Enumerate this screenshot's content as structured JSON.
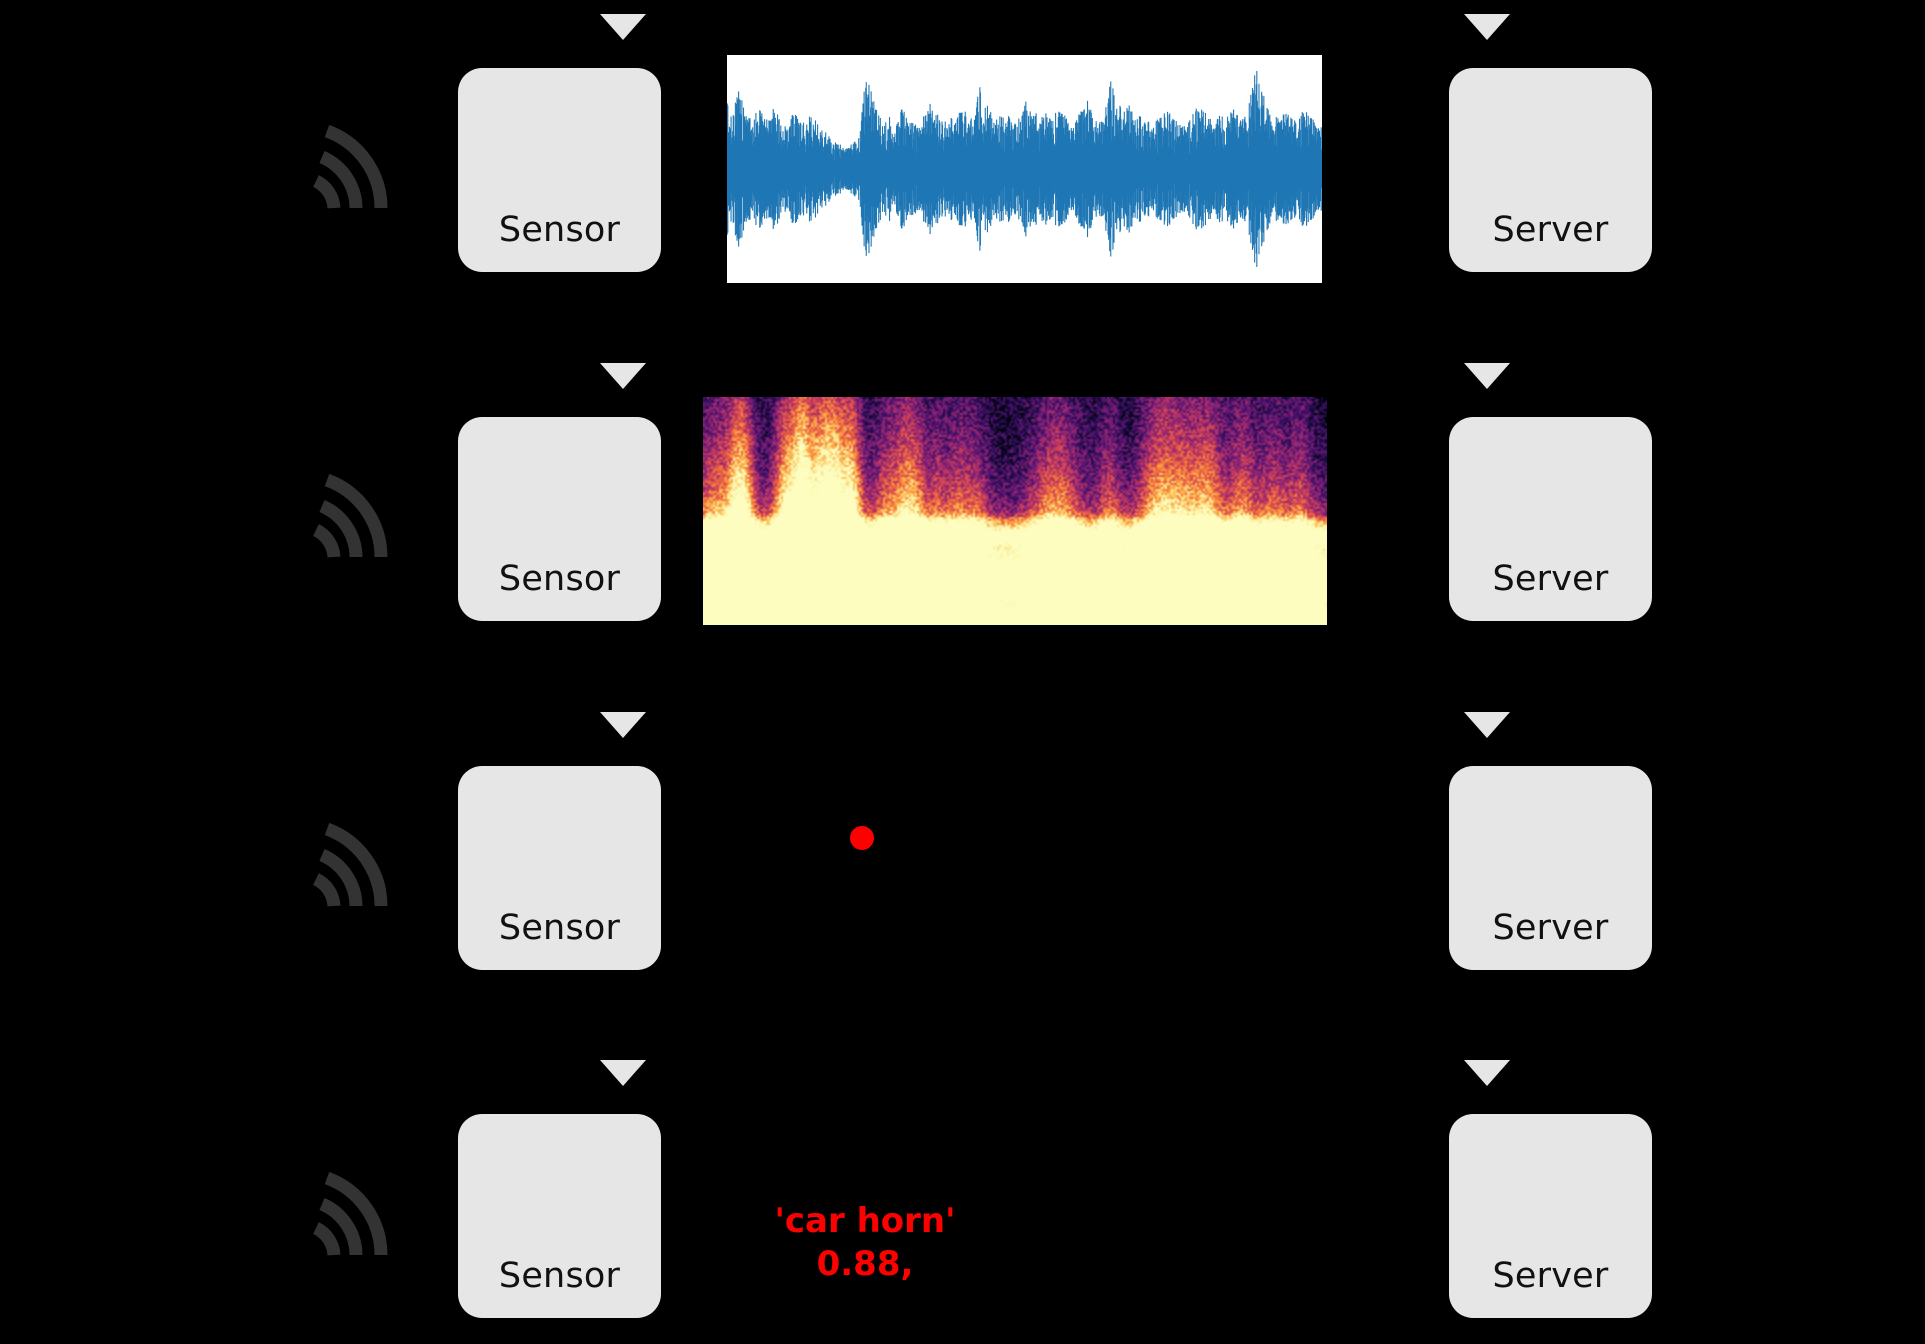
{
  "diagram": {
    "title": "",
    "background_color": "#000000",
    "node_fill_color": "#e6e6e6",
    "accent_color": "#ff0000",
    "waveform_color": "#1f77b4",
    "wave_icon_color": "#333333",
    "rows": [
      {
        "stage": "raw-audio",
        "sensor_label": "Sensor",
        "server_label": "Server",
        "icon": "sound-wave-icon",
        "middle_kind": "waveform-plot",
        "middle_text": ""
      },
      {
        "stage": "spectrogram",
        "sensor_label": "Sensor",
        "server_label": "Server",
        "icon": "sound-wave-icon",
        "middle_kind": "spectrogram-plot",
        "middle_text": ""
      },
      {
        "stage": "embedding",
        "sensor_label": "Sensor",
        "server_label": "Server",
        "icon": "sound-wave-icon",
        "middle_kind": "embedding-dot",
        "middle_text": ""
      },
      {
        "stage": "prediction",
        "sensor_label": "Sensor",
        "server_label": "Server",
        "icon": "sound-wave-icon",
        "middle_kind": "prediction-text",
        "middle_text": "'car horn'\n0.88,"
      }
    ],
    "prediction": {
      "class_line": "'car horn'",
      "score_line": "0.88,"
    }
  },
  "chart_data": [
    {
      "type": "line",
      "name": "audio-waveform",
      "title": "",
      "xlabel": "",
      "ylabel": "",
      "grid": false,
      "legend": "none",
      "xlim": [
        0,
        1
      ],
      "ylim": [
        -1,
        1
      ],
      "series": [
        {
          "name": "amplitude",
          "envelope_top": [
            0.62,
            0.55,
            0.72,
            0.5,
            0.46,
            0.58,
            0.52,
            0.45,
            0.6,
            0.42,
            0.38,
            0.55,
            0.48,
            0.4,
            0.52,
            0.44,
            0.36,
            0.3,
            0.26,
            0.22,
            0.2,
            0.24,
            0.3,
            0.86,
            0.7,
            0.52,
            0.44,
            0.48,
            0.4,
            0.58,
            0.46,
            0.42,
            0.38,
            0.52,
            0.62,
            0.5,
            0.44,
            0.48,
            0.42,
            0.56,
            0.5,
            0.44,
            0.78,
            0.6,
            0.52,
            0.44,
            0.56,
            0.48,
            0.42,
            0.5,
            0.66,
            0.54,
            0.46,
            0.52,
            0.44,
            0.58,
            0.5,
            0.42,
            0.46,
            0.54,
            0.62,
            0.48,
            0.44,
            0.56,
            0.88,
            0.64,
            0.52,
            0.58,
            0.46,
            0.5,
            0.44,
            0.4,
            0.48,
            0.56,
            0.52,
            0.42,
            0.38,
            0.46,
            0.54,
            0.6,
            0.48,
            0.42,
            0.5,
            0.44,
            0.58,
            0.52,
            0.46,
            0.62,
            0.94,
            0.72,
            0.58,
            0.5,
            0.46,
            0.54,
            0.48,
            0.42,
            0.56,
            0.5,
            0.44,
            0.4
          ]
        }
      ]
    },
    {
      "type": "heatmap",
      "name": "mel-spectrogram",
      "title": "",
      "xlabel": "",
      "ylabel": "",
      "colormap": "magma",
      "grid": false,
      "legend": "none",
      "note": "Time on x-axis, frequency on y-axis (low frequencies at bottom, brightest energy along the bottom band)."
    },
    {
      "type": "scatter",
      "name": "embedding-point",
      "title": "",
      "xlabel": "",
      "ylabel": "",
      "grid": false,
      "legend": "none",
      "points": [
        {
          "x": 0.26,
          "y": 0.62,
          "color": "#ff0000",
          "size": 24
        }
      ]
    }
  ]
}
